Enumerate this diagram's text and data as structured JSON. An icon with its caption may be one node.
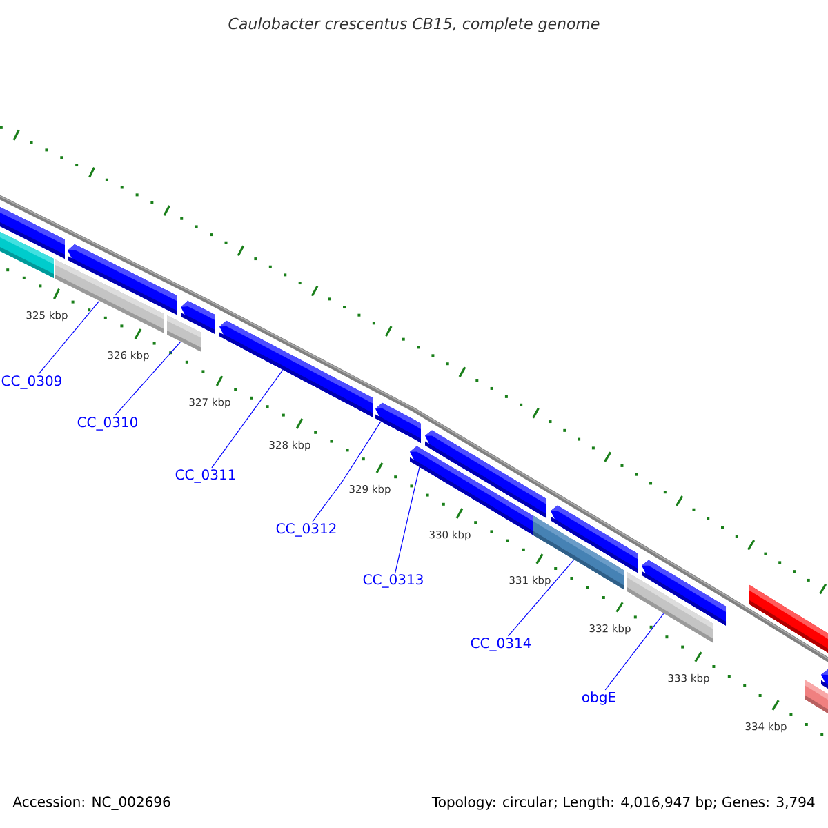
{
  "diagram": {
    "title": "Caulobacter crescentus CB15, complete genome",
    "nodes": [
      {
        "text": [
          "CC_0309"
        ]
      },
      {
        "text": [
          "CC_0310"
        ]
      },
      {
        "text": [
          "CC_0311"
        ]
      },
      {
        "text": [
          "CC_0312"
        ]
      },
      {
        "text": [
          "CC_0313"
        ]
      },
      {
        "text": [
          "CC_0314"
        ]
      },
      {
        "text": [
          "obgE"
        ]
      },
      {
        "text": [],
        "shape": "bar"
      },
      {
        "text": [],
        "shape": "bar"
      },
      {
        "text": [],
        "shape": "bar"
      },
      {
        "text": [],
        "shape": "bar"
      },
      {
        "text": [],
        "shape": "bar"
      },
      {
        "text": [],
        "shape": "bar"
      },
      {
        "text": [],
        "shape": "bar"
      }
    ],
    "edges": [
      {
        "from": 0,
        "to": 7,
        "arrow": "none"
      },
      {
        "from": 1,
        "to": 8,
        "arrow": "none"
      },
      {
        "from": 2,
        "to": 9,
        "arrow": "none"
      },
      {
        "from": 3,
        "to": 10,
        "arrow": "none"
      },
      {
        "from": 4,
        "to": 11,
        "arrow": "none"
      },
      {
        "from": 5,
        "to": 12,
        "arrow": "none"
      },
      {
        "from": 6,
        "to": 13,
        "arrow": "none"
      }
    ],
    "labels": [
      "325 kbp",
      "326 kbp",
      "327 kbp",
      "328 kbp",
      "329 kbp",
      "330 kbp",
      "331 kbp",
      "332 kbp",
      "333 kbp",
      "334 kbp",
      "Accession: NC_002696",
      "Topology: circular; Length: 4,016,947 bp; Genes: 3,794"
    ]
  }
}
